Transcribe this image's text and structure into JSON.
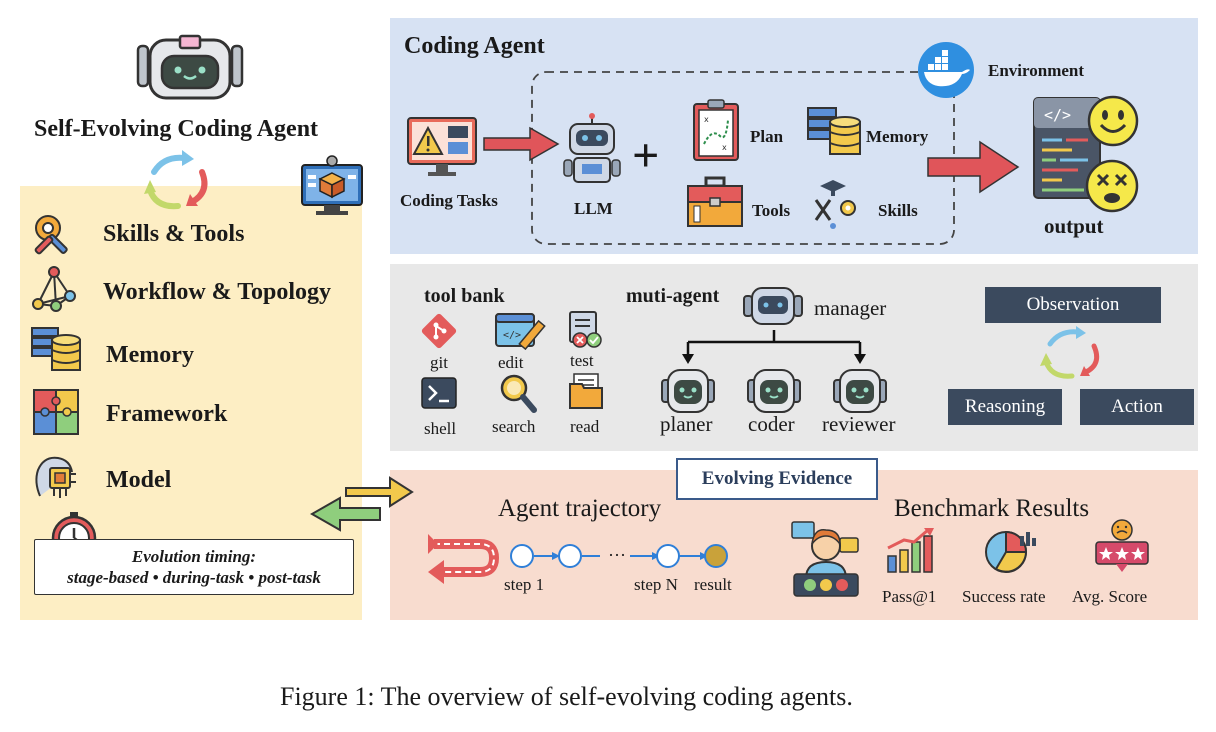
{
  "left": {
    "title": "Self-Evolving Coding Agent",
    "items": [
      {
        "label": "Skills & Tools"
      },
      {
        "label": "Workflow & Topology"
      },
      {
        "label": "Memory"
      },
      {
        "label": "Framework"
      },
      {
        "label": "Model"
      }
    ],
    "timing_title": "Evolution timing:",
    "timing_values": "stage-based • during-task • post-task"
  },
  "coding_agent": {
    "title": "Coding Agent",
    "environment": "Environment",
    "coding_tasks": "Coding Tasks",
    "llm": "LLM",
    "plus": "+",
    "plan": "Plan",
    "memory": "Memory",
    "tools": "Tools",
    "skills": "Skills",
    "output": "output"
  },
  "tool_bank": {
    "title": "tool bank",
    "tools": [
      "git",
      "edit",
      "test",
      "shell",
      "search",
      "read"
    ]
  },
  "multi_agent": {
    "title": "muti-agent",
    "manager": "manager",
    "roles": [
      "planer",
      "coder",
      "reviewer"
    ]
  },
  "loop": {
    "observation": "Observation",
    "reasoning": "Reasoning",
    "action": "Action"
  },
  "evidence": {
    "title": "Evolving Evidence",
    "trajectory_title": "Agent trajectory",
    "step1": "step 1",
    "ellipsis": "···",
    "stepN": "step N",
    "result": "result",
    "benchmark_title": "Benchmark Results",
    "metrics": [
      "Pass@1",
      "Success rate",
      "Avg. Score"
    ]
  },
  "caption": "Figure 1: The overview of self-evolving coding agents.",
  "colors": {
    "left_bg": "#fdeec4",
    "top_bg": "#d7e2f3",
    "mid_bg": "#e8e8e8",
    "bottom_bg": "#f8dccf",
    "dark_box": "#3b4a5e",
    "arrow_red": "#e0555a",
    "node_blue": "#2f7fd8"
  }
}
